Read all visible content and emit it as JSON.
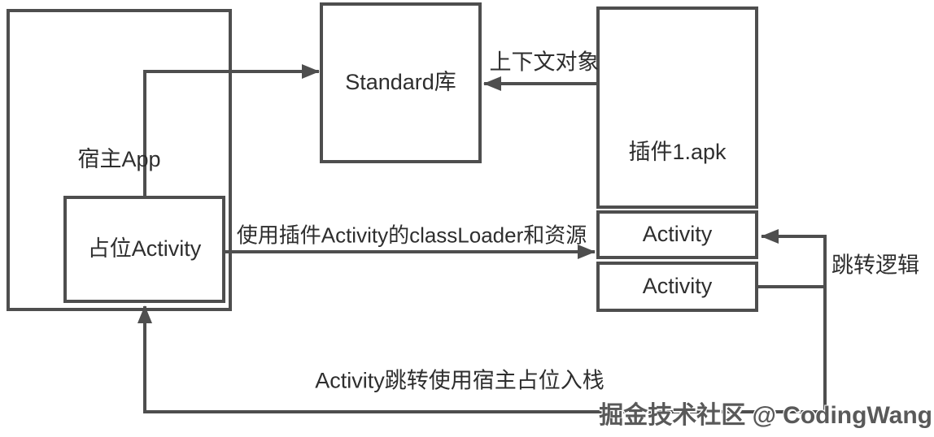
{
  "diagram": {
    "colors": {
      "background": "#ffffff",
      "line": "#4e4e4e",
      "text": "#2e2e2e",
      "watermark": "#595959"
    },
    "boxes": {
      "host_app": {
        "label": "宿主App"
      },
      "placeholder_activity": {
        "label": "占位Activity"
      },
      "standard_lib": {
        "label": "Standard库"
      },
      "plugin_apk": {
        "label": "插件1.apk"
      },
      "plugin_activity_1": {
        "label": "Activity"
      },
      "plugin_activity_2": {
        "label": "Activity"
      }
    },
    "arrow_labels": {
      "context_object": "上下文对象",
      "classloader": "使用插件Activity的classLoader和资源",
      "jump_logic": "跳转逻辑",
      "jump_stack": "Activity跳转使用宿主占位入栈"
    },
    "watermark": "掘金技术社区 @ CodingWang"
  }
}
